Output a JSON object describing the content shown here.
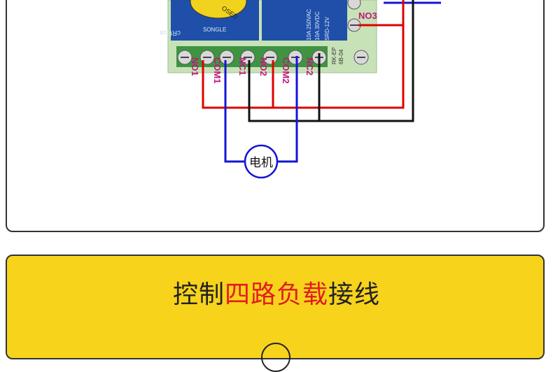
{
  "relay_board": {
    "relay1_logo_text": "OSED",
    "relay1_brand": "SONGLE",
    "relay1_cert": "cRUus",
    "relay2_ratings": [
      "10A 250VAC",
      "10A 30VDC",
      "SRD-12V"
    ],
    "board_model": [
      "RK-EP",
      "6B-04"
    ],
    "terminal_labels": [
      "NO1",
      "COM1",
      "NC1",
      "NO2",
      "COM2",
      "NC2"
    ],
    "no3_label": "NO3"
  },
  "motor_label": "电机",
  "heading": {
    "part1": "控制",
    "part2": "四路负载",
    "part3": "接线"
  },
  "colors": {
    "red_wire": "#e00000",
    "black_wire": "#111111",
    "blue_wire": "#1515d6",
    "panel_yellow": "#f7d31c",
    "board_green": "#c8e2b8",
    "relay_blue": "#1f4fa8",
    "label_magenta": "#c0187a"
  }
}
